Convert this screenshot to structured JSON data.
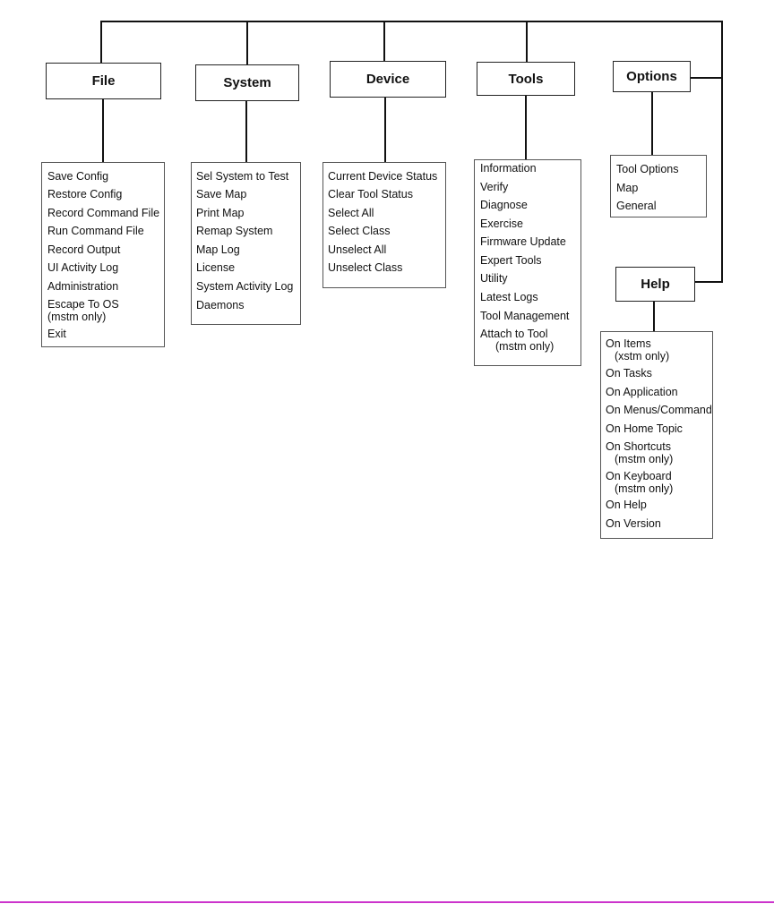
{
  "menus": {
    "file": {
      "title": "File",
      "items": [
        {
          "label": "Save Config"
        },
        {
          "label": "Restore Config"
        },
        {
          "label": "Record Command File"
        },
        {
          "label": "Run Command File"
        },
        {
          "label": "Record Output"
        },
        {
          "label": "UI Activity Log"
        },
        {
          "label": "Administration"
        },
        {
          "label": "Escape To OS",
          "note": "(mstm only)"
        },
        {
          "label": "Exit"
        }
      ]
    },
    "system": {
      "title": "System",
      "items": [
        {
          "label": "Sel System to Test"
        },
        {
          "label": "Save Map"
        },
        {
          "label": "Print Map"
        },
        {
          "label": "Remap System"
        },
        {
          "label": "Map Log"
        },
        {
          "label": "License"
        },
        {
          "label": "System Activity Log"
        },
        {
          "label": "Daemons"
        }
      ]
    },
    "device": {
      "title": "Device",
      "items": [
        {
          "label": "Current Device Status"
        },
        {
          "label": "Clear Tool Status"
        },
        {
          "label": "Select All"
        },
        {
          "label": "Select Class"
        },
        {
          "label": "Unselect All"
        },
        {
          "label": "Unselect Class"
        }
      ]
    },
    "tools": {
      "title": "Tools",
      "items": [
        {
          "label": "Information"
        },
        {
          "label": "Verify"
        },
        {
          "label": "Diagnose"
        },
        {
          "label": "Exercise"
        },
        {
          "label": "Firmware Update"
        },
        {
          "label": "Expert Tools"
        },
        {
          "label": "Utility"
        },
        {
          "label": "Latest Logs"
        },
        {
          "label": "Tool Management"
        },
        {
          "label": "Attach to Tool",
          "note": "(mstm only)"
        }
      ]
    },
    "options": {
      "title": "Options",
      "items": [
        {
          "label": "Tool Options"
        },
        {
          "label": "Map"
        },
        {
          "label": "General"
        }
      ]
    },
    "help": {
      "title": "Help",
      "items": [
        {
          "label": "On Items",
          "note": "(xstm only)"
        },
        {
          "label": "On Tasks"
        },
        {
          "label": "On Application"
        },
        {
          "label": "On Menus/Command"
        },
        {
          "label": "On Home Topic"
        },
        {
          "label": "On Shortcuts",
          "note": "(mstm only)"
        },
        {
          "label": "On Keyboard",
          "note": "(mstm only)"
        },
        {
          "label": "On Help"
        },
        {
          "label": "On Version"
        }
      ]
    }
  }
}
